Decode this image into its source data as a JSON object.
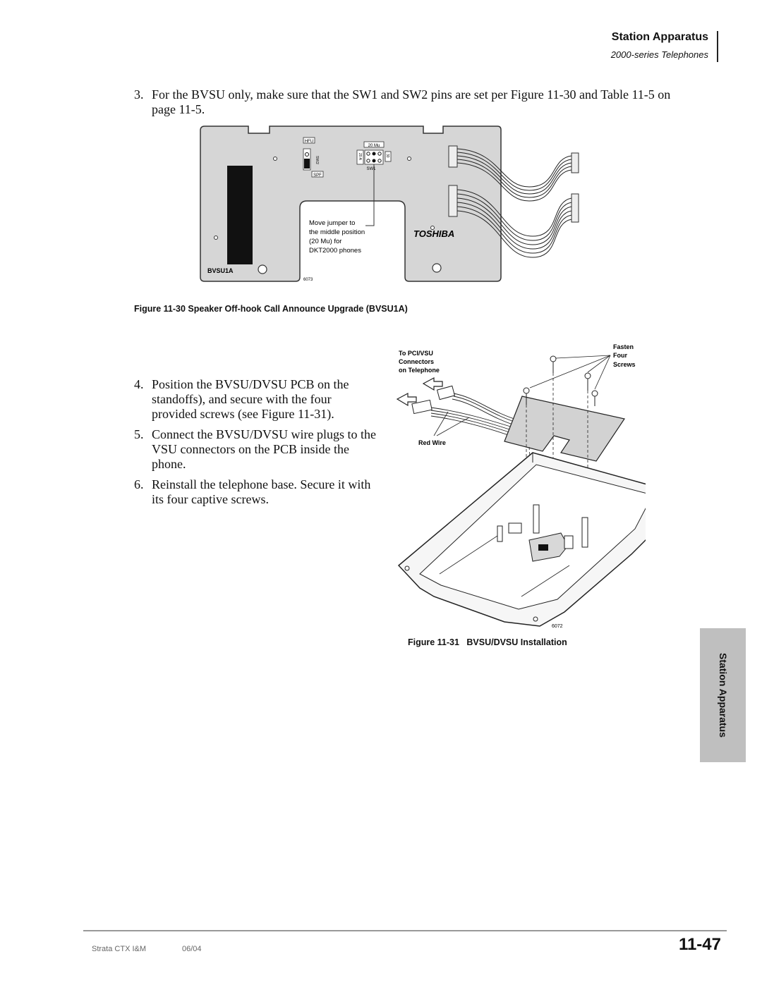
{
  "header": {
    "section_title": "Station Apparatus",
    "subtitle": "2000-series Telephones"
  },
  "step3": {
    "number": "3.",
    "text": "For the BVSU only, make sure that the SW1 and SW2 pins are set per Figure 11-30 and Table 11-5 on page 11-5."
  },
  "figure30": {
    "labels": {
      "hfu": "HFU",
      "sw2": "SW2",
      "spf": "SPF",
      "twenty_mu": "20 Mu",
      "twenty_a": "20 A",
      "thirty": "30",
      "sw1": "SW1",
      "callout_line1": "Move jumper to",
      "callout_line2": "the middle position",
      "callout_line3": "(20 Mu) for",
      "callout_line4": "DKT2000 phones",
      "brand": "TOSHIBA",
      "board_name": "BVSU1A",
      "code": "6073"
    },
    "caption": "Figure 11-30 Speaker Off-hook Call Announce Upgrade (BVSU1A)"
  },
  "steps": [
    {
      "number": "4.",
      "text": "Position the BVSU/DVSU PCB on the standoffs), and secure with the four provided screws (see Figure 11-31)."
    },
    {
      "number": "5.",
      "text": "Connect the BVSU/DVSU wire plugs to the VSU connectors on the PCB inside the phone."
    },
    {
      "number": "6.",
      "text": "Reinstall the telephone base. Secure it with its four captive screws."
    }
  ],
  "figure31": {
    "labels": {
      "to_pci_line1": "To PCI/VSU",
      "to_pci_line2": "Connectors",
      "to_pci_line3": "on Telephone",
      "fasten_line1": "Fasten",
      "fasten_line2": "Four",
      "fasten_line3": "Screws",
      "red_wire": "Red Wire",
      "code": "6072"
    },
    "caption": "Figure 11-31   BVSU/DVSU Installation"
  },
  "side_tab": "Station Apparatus",
  "footer": {
    "doc": "Strata CTX I&M",
    "date": "06/04",
    "page": "11-47"
  }
}
